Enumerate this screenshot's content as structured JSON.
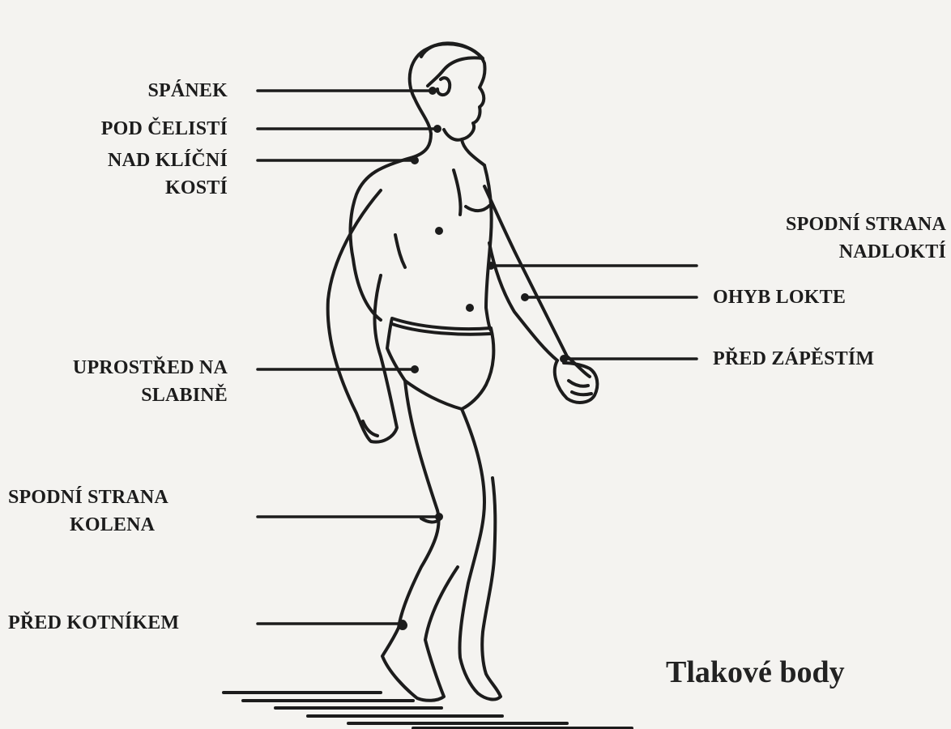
{
  "caption": "Tlakové body",
  "labels": {
    "spanek": [
      "SPÁNEK"
    ],
    "pod_celisti": [
      "POD ČELISTÍ"
    ],
    "nad_klicni_kosti": [
      "NAD KLÍČNÍ",
      "KOSTÍ"
    ],
    "uprostred_na_slabine": [
      "UPROSTŘED NA",
      "SLABINĚ"
    ],
    "spodni_strana_kolena": [
      "SPODNÍ STRANA",
      "KOLENA"
    ],
    "pred_kotnikem": [
      "PŘED KOTNÍKEM"
    ],
    "spodni_strana_nadlokti": [
      "SPODNÍ STRANA",
      "NADLOKTÍ"
    ],
    "ohyb_lokte": [
      "OHYB LOKTE"
    ],
    "pred_zapestim": [
      "PŘED ZÁPĚSTÍM"
    ]
  },
  "colors": {
    "ink": "#1c1c1c",
    "paper": "#f4f3f0"
  }
}
